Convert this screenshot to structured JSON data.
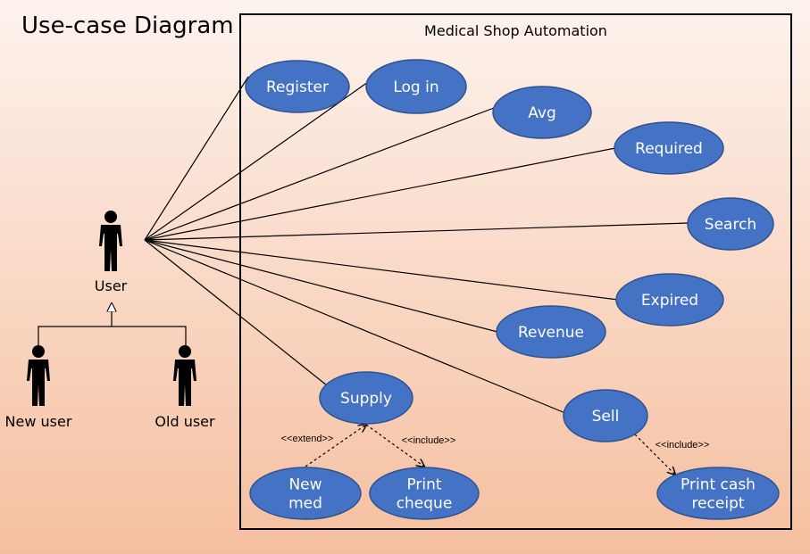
{
  "page_title": "Use-case Diagram",
  "system_title": "Medical Shop Automation",
  "actors": [
    {
      "id": "user",
      "label": "User"
    },
    {
      "id": "new_user",
      "label": "New user"
    },
    {
      "id": "old_user",
      "label": "Old user"
    }
  ],
  "use_cases": [
    {
      "id": "register",
      "lines": [
        "Register"
      ]
    },
    {
      "id": "login",
      "lines": [
        "Log in"
      ]
    },
    {
      "id": "avg",
      "lines": [
        "Avg"
      ]
    },
    {
      "id": "required",
      "lines": [
        "Required"
      ]
    },
    {
      "id": "search",
      "lines": [
        "Search"
      ]
    },
    {
      "id": "expired",
      "lines": [
        "Expired"
      ]
    },
    {
      "id": "revenue",
      "lines": [
        "Revenue"
      ]
    },
    {
      "id": "supply",
      "lines": [
        "Supply"
      ]
    },
    {
      "id": "sell",
      "lines": [
        "Sell"
      ]
    },
    {
      "id": "new_med",
      "lines": [
        "New",
        "med"
      ]
    },
    {
      "id": "print_cheque",
      "lines": [
        "Print",
        "cheque"
      ]
    },
    {
      "id": "print_cash_receipt",
      "lines": [
        "Print cash",
        "receipt"
      ]
    }
  ],
  "relations": [
    {
      "from": "new_med",
      "to": "supply",
      "label": "<<extend>>"
    },
    {
      "from": "supply",
      "to": "print_cheque",
      "label": "<<include>>"
    },
    {
      "from": "sell",
      "to": "print_cash_receipt",
      "label": "<<include>>"
    }
  ],
  "colors": {
    "use_case_fill": "#4472c4",
    "use_case_stroke": "#2f528f",
    "line": "#000000"
  }
}
